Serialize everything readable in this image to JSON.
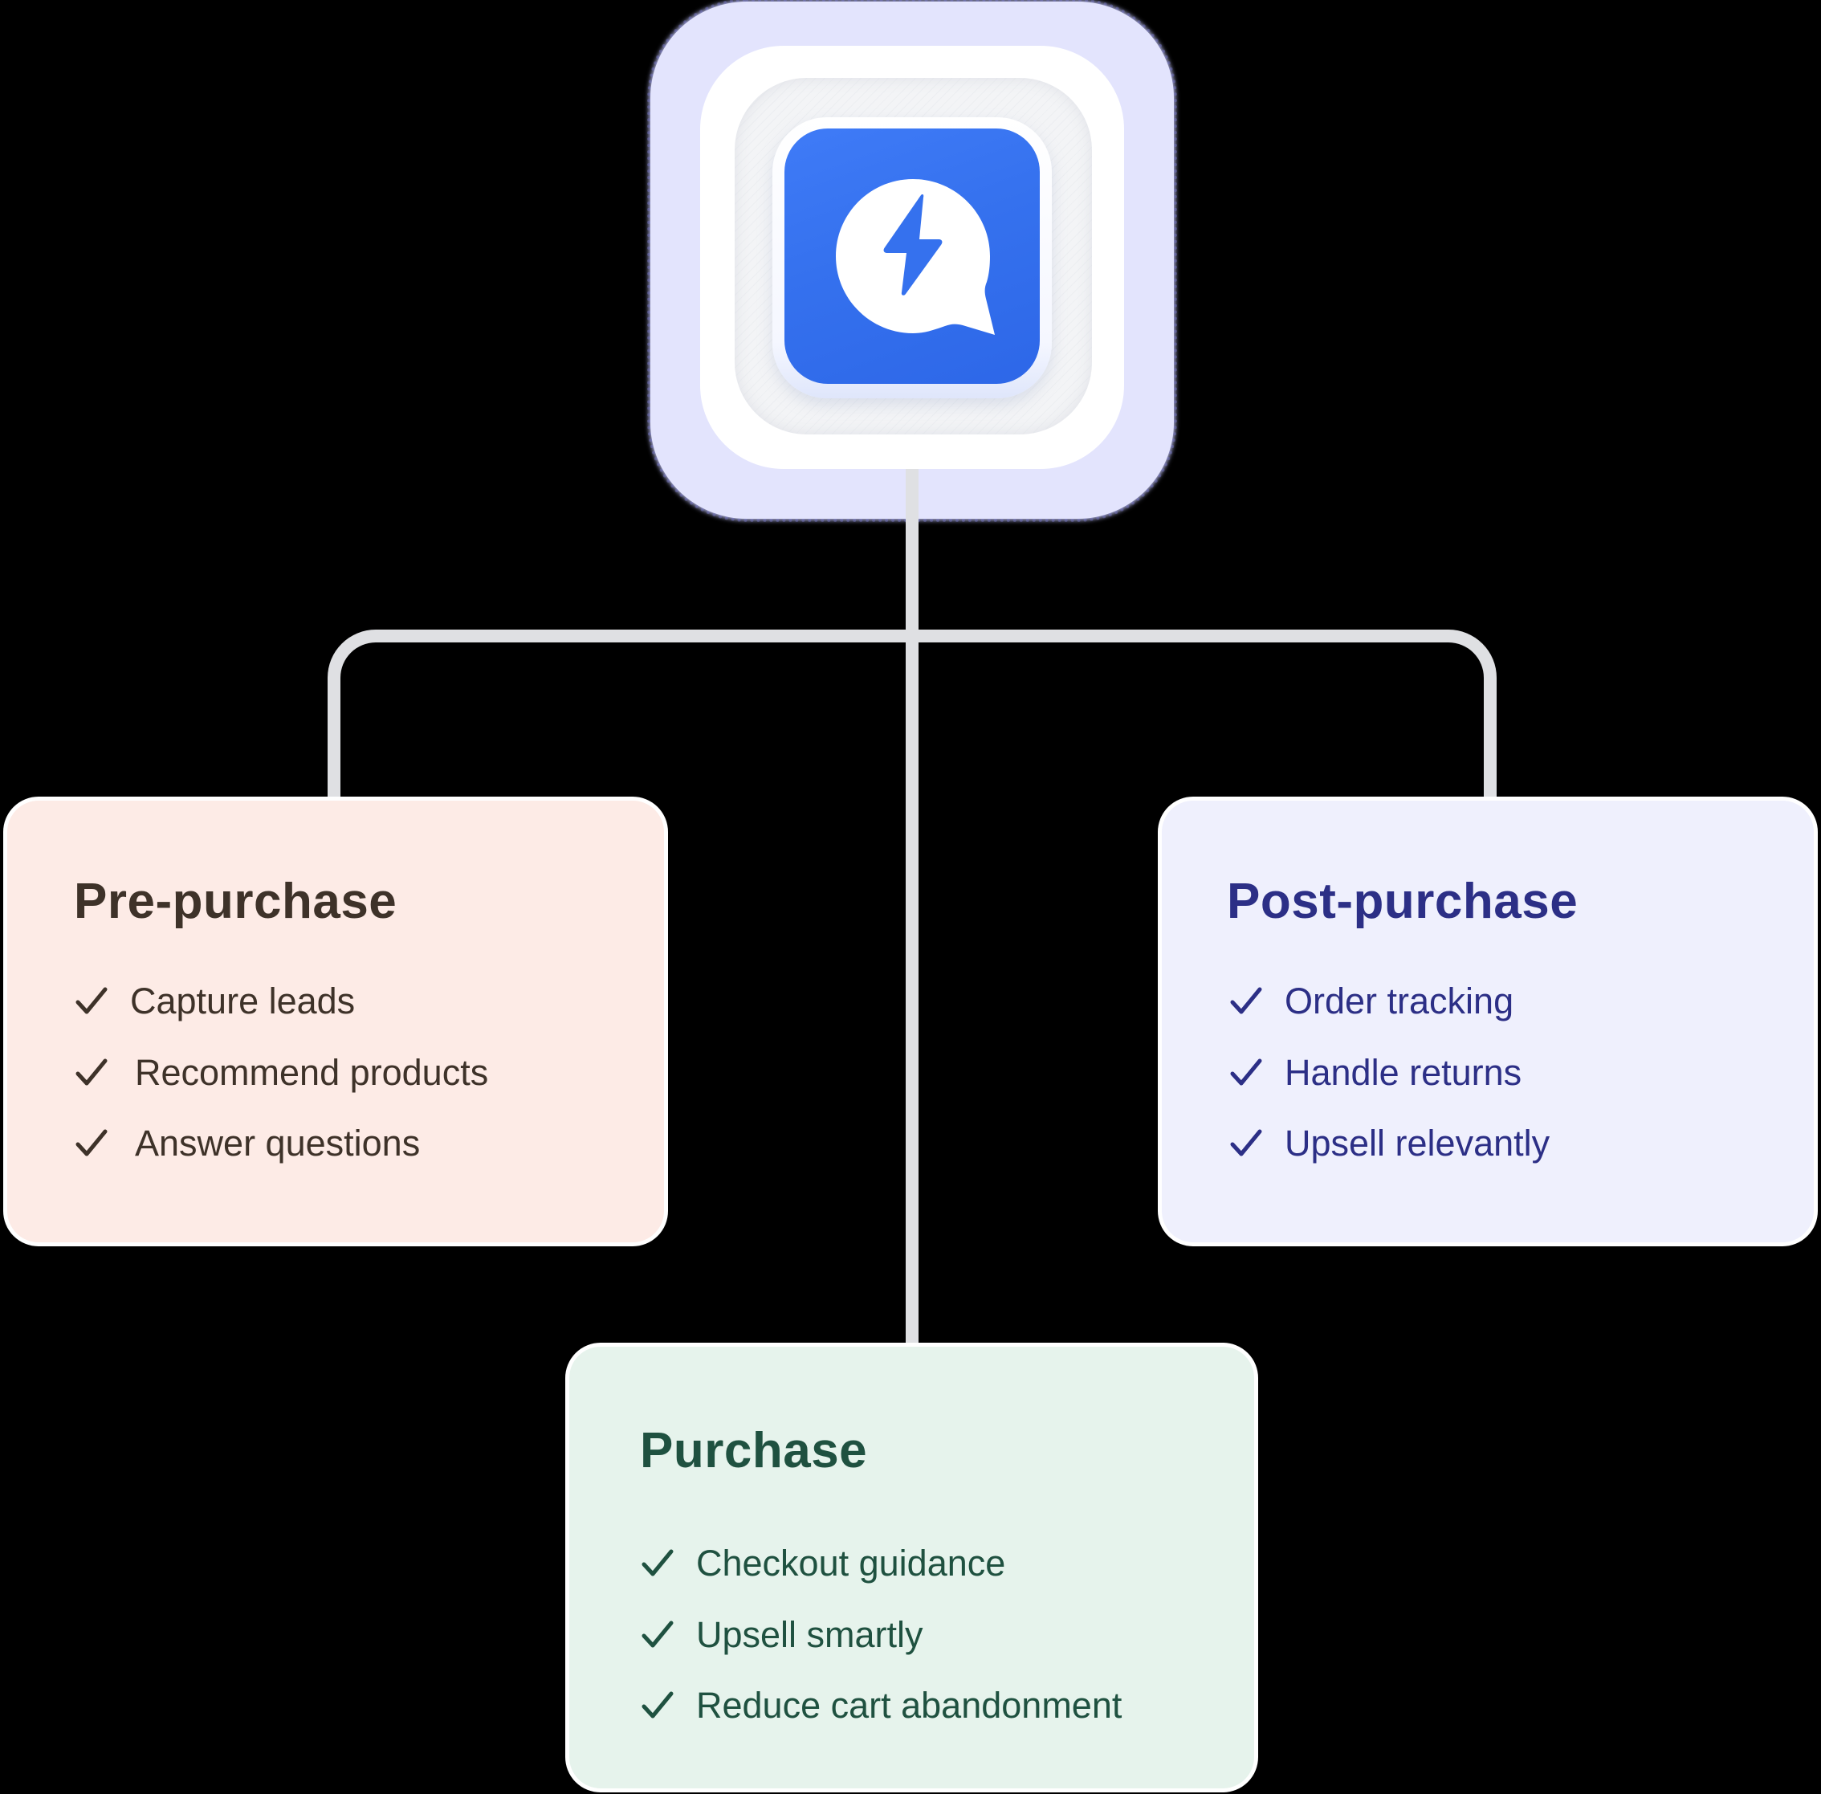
{
  "hub": {
    "icon": "chat-bubble-lightning-icon",
    "colors": {
      "icon_bg": "#3571ee",
      "glow": "#e3e4fd",
      "connector": "#dfe0e3"
    }
  },
  "stages": {
    "pre": {
      "title": "Pre-purchase",
      "color": "#3e3229",
      "background": "#fdebe6",
      "items": [
        "Capture leads",
        "Recommend products",
        "Answer questions"
      ]
    },
    "post": {
      "title": "Post-purchase",
      "color": "#2c2f86",
      "background": "#eff0fd",
      "items": [
        "Order tracking",
        "Handle returns",
        "Upsell relevantly"
      ]
    },
    "purchase": {
      "title": "Purchase",
      "color": "#1f5140",
      "background": "#e6f3ec",
      "items": [
        "Checkout guidance",
        "Upsell smartly",
        "Reduce cart abandonment"
      ]
    }
  },
  "list_icon": "checkmark-icon"
}
